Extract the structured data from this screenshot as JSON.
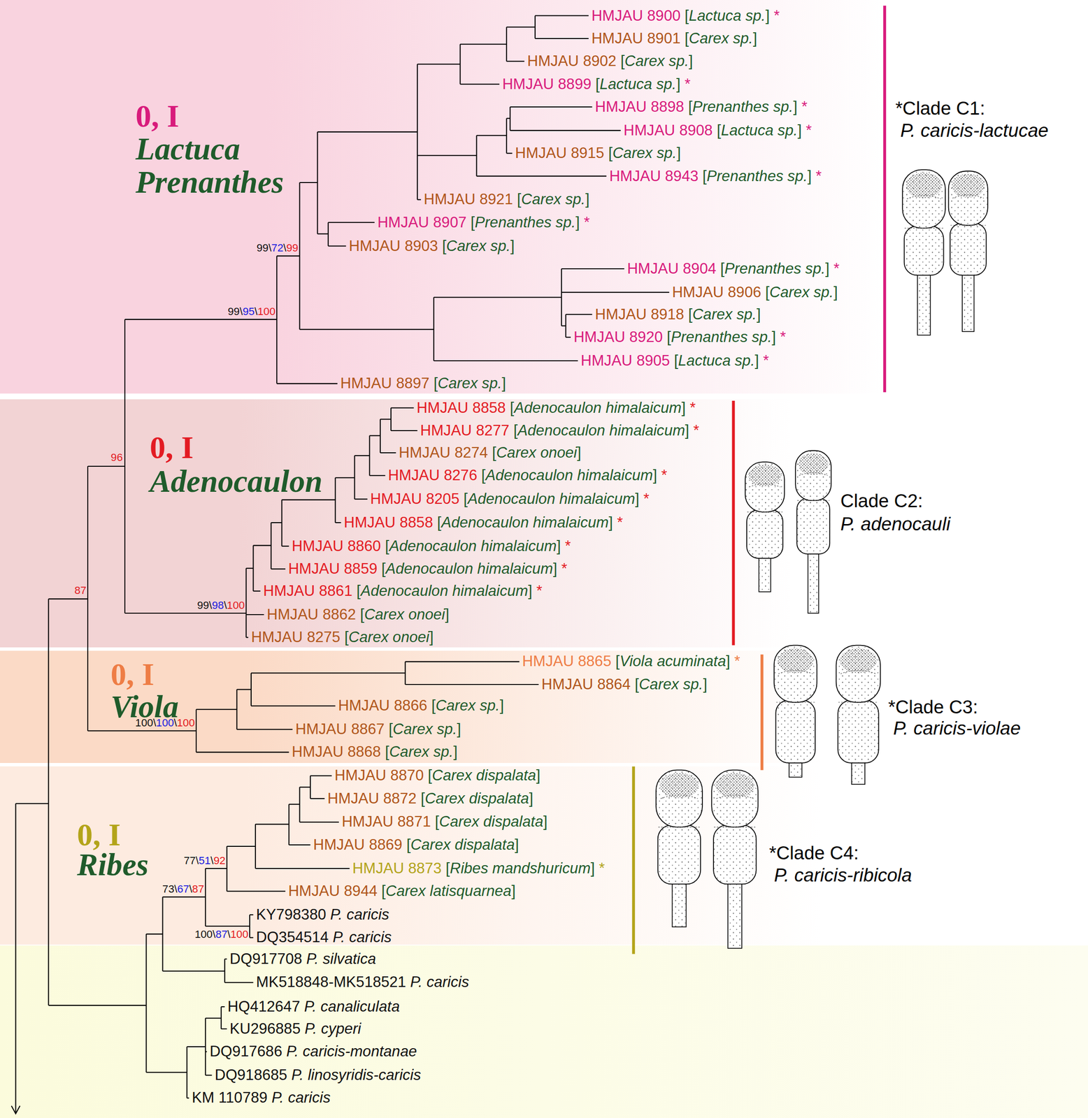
{
  "diagram": {
    "nodes": [
      {
        "text": [
          "0, I",
          "Lactuca Prenanthes"
        ]
      },
      {
        "text": [
          "0, I",
          "Adenocaulon"
        ]
      },
      {
        "text": [
          "0, I",
          "Viola"
        ]
      },
      {
        "text": [
          "0, I",
          "Ribes"
        ]
      }
    ],
    "labels": [
      "HMJAU 8900 [Lactuca sp.] *",
      "HMJAU 8901 [Carex sp.]",
      "HMJAU 8902 [Carex sp.]",
      "HMJAU 8899 [Lactuca sp.] *",
      "HMJAU 8898 [Prenanthes sp.] *",
      "HMJAU 8908 [Lactuca sp.] *",
      "HMJAU 8915 [Carex sp.]",
      "HMJAU 8943 [Prenanthes sp.] *",
      "HMJAU 8921 [Carex sp.]",
      "HMJAU 8907 [Prenanthes sp.] *",
      "HMJAU 8903 [Carex sp.]",
      "HMJAU 8904 [Prenanthes sp.] *",
      "HMJAU 8906 [Carex sp.]",
      "HMJAU 8918 [Carex sp.]",
      "HMJAU 8920 [Prenanthes sp.] *",
      "HMJAU 8905 [Lactuca sp.] *",
      "HMJAU 8897 [Carex sp.]",
      "HMJAU 8858 [Adenocaulon himalaicum] *",
      "HMJAU 8277 [Adenocaulon himalaicum] *",
      "HMJAU 8274 [Carex onoei]",
      "HMJAU 8276 [Adenocaulon himalaicum] *",
      "HMJAU 8205 [Adenocaulon himalaicum] *",
      "HMJAU 8858 [Adenocaulon himalaicum] *",
      "HMJAU 8860 [Adenocaulon himalaicum] *",
      "HMJAU 8859 [Adenocaulon himalaicum] *",
      "HMJAU 8861 [Adenocaulon himalaicum] *",
      "HMJAU 8862 [Carex onoei]",
      "HMJAU 8275 [Carex onoei]",
      "HMJAU 8865 [Viola acuminata] *",
      "HMJAU 8864 [Carex sp.]",
      "HMJAU 8866 [Carex sp.]",
      "HMJAU 8867 [Carex sp.]",
      "HMJAU 8868 [Carex sp.]",
      "HMJAU 8870 [Carex dispalata]",
      "HMJAU 8872 [Carex dispalata]",
      "HMJAU 8871 [Carex dispalata]",
      "HMJAU 8869 [Carex dispalata]",
      "HMJAU 8873 [Ribes mandshuricum] *",
      "HMJAU 8944 [Carex latisquarnea]",
      "KY798380 P. caricis",
      "DQ354514 P. caricis",
      "DQ917708 P. silvatica",
      "MK518848-MK518521 P. caricis",
      "HQ412647 P. canaliculata",
      "KU296885 P. cyperi",
      "DQ917686 P. caricis-montanae",
      "DQ918685 P. linosyridis-caricis",
      "KM 110789 P. caricis",
      "99\\72\\99",
      "99\\95\\100",
      "96",
      "99\\98\\100",
      "87",
      "100\\100\\100",
      "77\\51\\92",
      "73\\67\\87",
      "100\\87\\100",
      "*Clade C1:",
      "P. caricis-lactucae",
      "Clade C2:",
      "P. adenocauli",
      "*Clade C3:",
      "P. caricis-violae",
      "*Clade C4:",
      "P. caricis-ribicola"
    ]
  }
}
